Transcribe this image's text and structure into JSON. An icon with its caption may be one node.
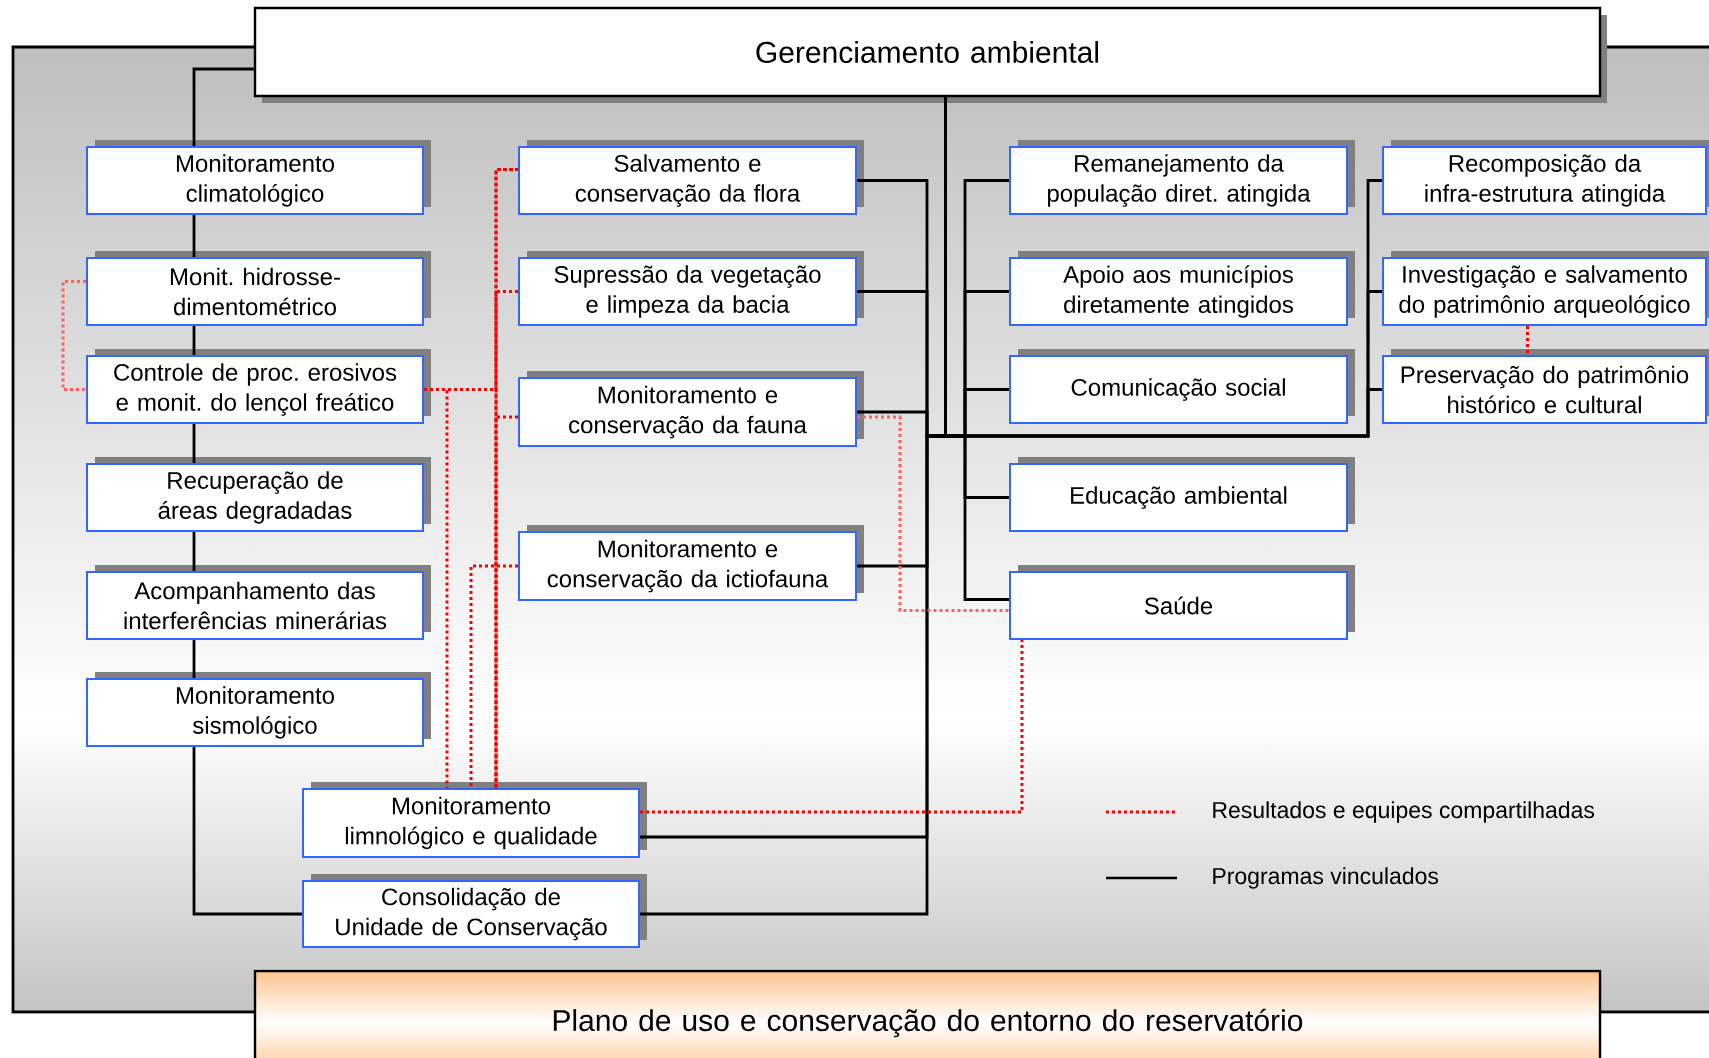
{
  "diagram": {
    "nodes": [
      {
        "text": [
          "Gerenciamento ambiental"
        ]
      },
      {
        "text": [
          "Plano de uso e conservação do entorno do reservatório"
        ]
      },
      {
        "text": [
          "Monitoramento climatológico"
        ]
      },
      {
        "text": [
          "Monit. hidrosse- dimentométrico"
        ]
      },
      {
        "text": [
          "Controle de proc. erosivos e monit. do lençol freático"
        ]
      },
      {
        "text": [
          "Recuperação de áreas degradadas"
        ]
      },
      {
        "text": [
          "Acompanhamento das interferências minerárias"
        ]
      },
      {
        "text": [
          "Monitoramento sismológico"
        ]
      },
      {
        "text": [
          "Salvamento e conservação da flora"
        ]
      },
      {
        "text": [
          "Supressão da vegetação e limpeza da bacia"
        ]
      },
      {
        "text": [
          "Monitoramento e conservação da fauna"
        ]
      },
      {
        "text": [
          "Monitoramento e conservação da ictiofauna"
        ]
      },
      {
        "text": [
          "Monitoramento limnológico e qualidade"
        ]
      },
      {
        "text": [
          "Consolidação de Unidade de Conservação"
        ]
      },
      {
        "text": [
          "Remanejamento da população diret. atingida"
        ]
      },
      {
        "text": [
          "Apoio aos municípios diretamente atingidos"
        ]
      },
      {
        "text": [
          "Comunicação social"
        ]
      },
      {
        "text": [
          "Educação ambiental"
        ]
      },
      {
        "text": [
          "Saúde"
        ]
      },
      {
        "text": [
          "Recomposição da infra-estrutura atingida"
        ]
      },
      {
        "text": [
          "Investigação e salvamento do patrimônio arqueológico"
        ]
      },
      {
        "text": [
          "Preservação do patrimônio histórico e cultural"
        ]
      }
    ],
    "edges": [
      {
        "from": 0,
        "to": 2,
        "arrow": "none"
      },
      {
        "from": 2,
        "to": 3,
        "arrow": "none"
      },
      {
        "from": 3,
        "to": 4,
        "arrow": "none"
      },
      {
        "from": 4,
        "to": 5,
        "arrow": "none"
      },
      {
        "from": 5,
        "to": 6,
        "arrow": "none"
      },
      {
        "from": 6,
        "to": 7,
        "arrow": "none"
      },
      {
        "from": 7,
        "to": 13,
        "arrow": "none"
      },
      {
        "from": 0,
        "to": 8,
        "arrow": "none"
      },
      {
        "from": 0,
        "to": 9,
        "arrow": "none"
      },
      {
        "from": 0,
        "to": 10,
        "arrow": "none"
      },
      {
        "from": 0,
        "to": 11,
        "arrow": "none"
      },
      {
        "from": 0,
        "to": 12,
        "arrow": "none"
      },
      {
        "from": 0,
        "to": 13,
        "arrow": "none"
      },
      {
        "from": 0,
        "to": 14,
        "arrow": "none"
      },
      {
        "from": 0,
        "to": 15,
        "arrow": "none"
      },
      {
        "from": 0,
        "to": 16,
        "arrow": "none"
      },
      {
        "from": 0,
        "to": 17,
        "arrow": "none"
      },
      {
        "from": 0,
        "to": 18,
        "arrow": "none"
      },
      {
        "from": 0,
        "to": 19,
        "arrow": "none"
      },
      {
        "from": 0,
        "to": 20,
        "arrow": "none"
      },
      {
        "from": 0,
        "to": 21,
        "arrow": "none"
      },
      {
        "from": 3,
        "to": 4,
        "arrow": "none",
        "style": "dashed",
        "color": "#ff6060"
      },
      {
        "from": 4,
        "to": 8,
        "arrow": "none",
        "style": "dashed",
        "color": "#ff0000"
      },
      {
        "from": 4,
        "to": 12,
        "arrow": "none",
        "style": "dashed",
        "color": "#ff0000"
      },
      {
        "from": 8,
        "to": 12,
        "arrow": "none",
        "style": "dashed",
        "color": "#ff0000"
      },
      {
        "from": 9,
        "to": 12,
        "arrow": "none",
        "style": "dashed",
        "color": "#ff0000"
      },
      {
        "from": 10,
        "to": 12,
        "arrow": "none",
        "style": "dashed",
        "color": "#ff0000"
      },
      {
        "from": 11,
        "to": 12,
        "arrow": "none",
        "style": "dashed",
        "color": "#ff0000"
      },
      {
        "from": 10,
        "to": 18,
        "arrow": "none",
        "style": "dashed",
        "color": "#ff6060"
      },
      {
        "from": 12,
        "to": 18,
        "arrow": "none",
        "style": "dashed",
        "color": "#ff0000"
      },
      {
        "from": 20,
        "to": 21,
        "arrow": "none",
        "style": "dashed",
        "color": "#ff0000"
      }
    ],
    "legend": [
      {
        "text": "Resultados e equipes compartilhadas"
      },
      {
        "text": "Programas vinculados"
      }
    ]
  }
}
